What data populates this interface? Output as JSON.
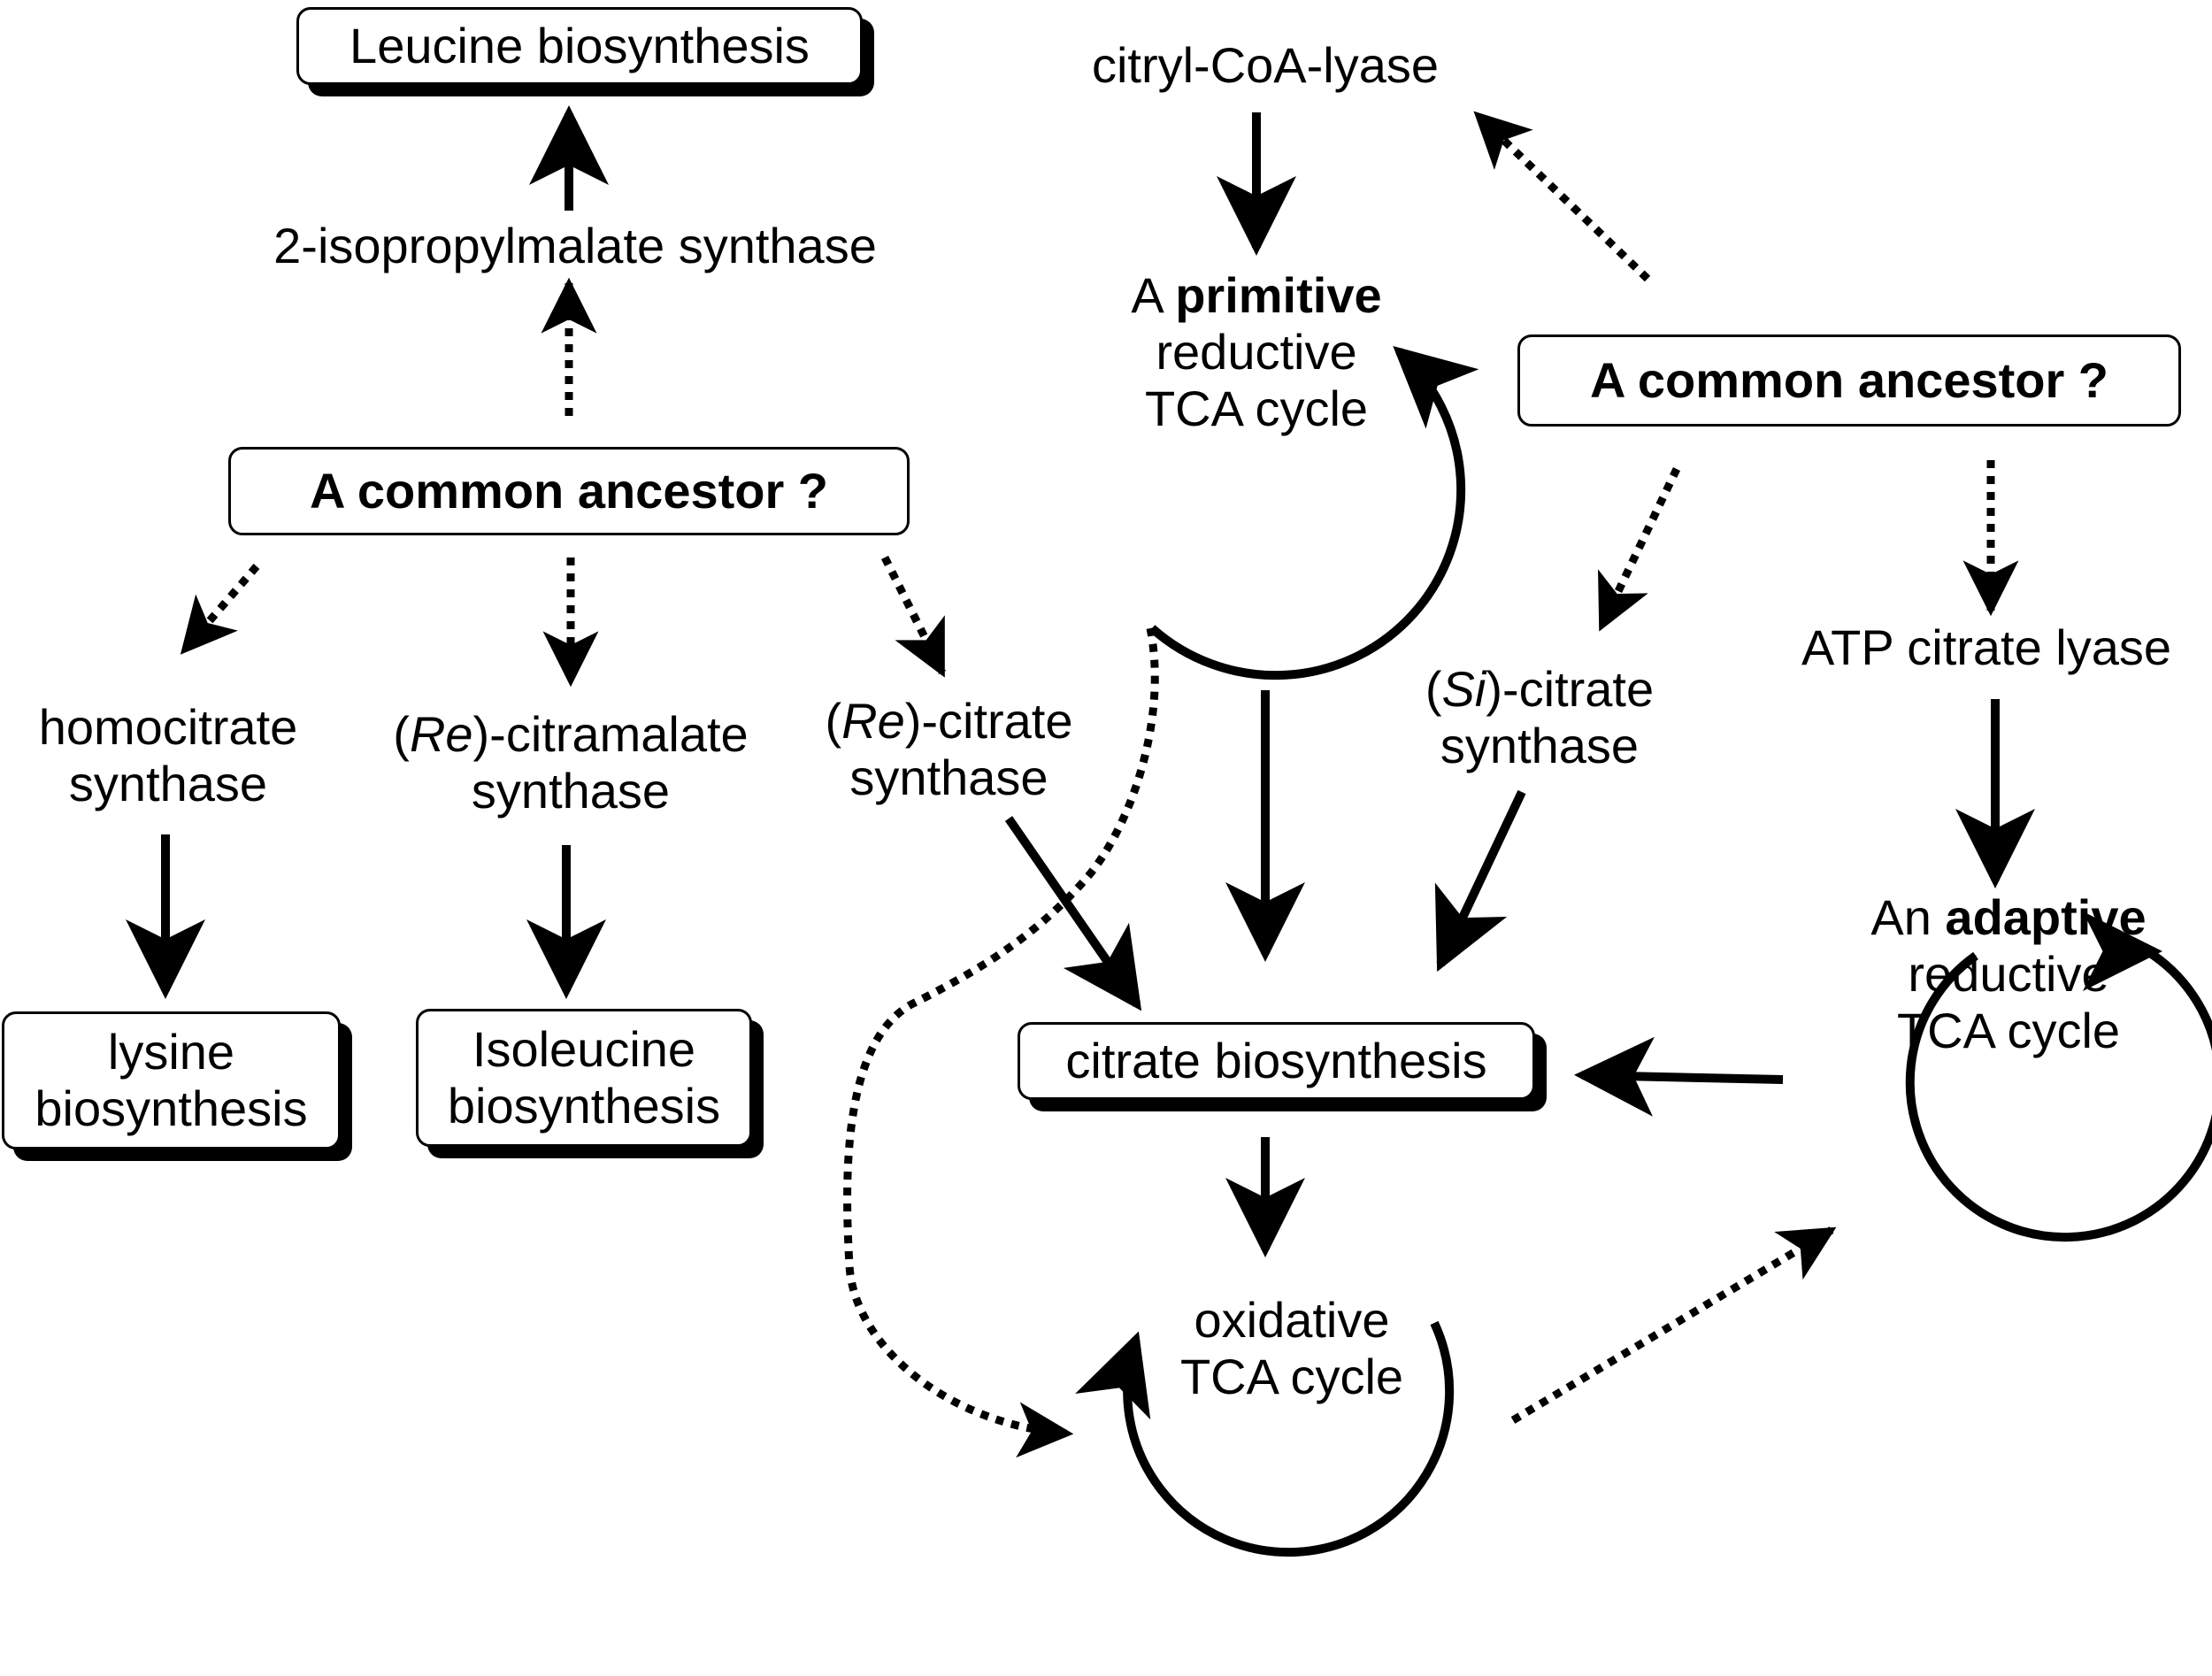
{
  "nodes": {
    "leucine": "Leucine biosynthesis",
    "ipm_synthase": "2-isopropylmalate synthase",
    "ancestor_left": "A common ancestor ?",
    "homocitrate": [
      "homocitrate",
      "synthase"
    ],
    "citramalate": {
      "pre": "(",
      "italic": "Re",
      "post": ")-citramalate",
      "line2": "synthase"
    },
    "re_citrate": {
      "pre": "(",
      "italic": "Re",
      "post": ")-citrate",
      "line2": "synthase"
    },
    "lysine": [
      "lysine",
      "biosynthesis"
    ],
    "isoleucine": [
      "Isoleucine",
      "biosynthesis"
    ],
    "citryl": "citryl-CoA-lyase",
    "primitive": {
      "pre": "A ",
      "bold": "primitive",
      "line2": "reductive",
      "line3": "TCA cycle"
    },
    "ancestor_right": "A common ancestor ?",
    "si_citrate": {
      "pre": "(",
      "italic": "Si",
      "post": ")-citrate",
      "line2": "synthase"
    },
    "atp_citrate": "ATP citrate lyase",
    "citrate_bio": "citrate biosynthesis",
    "adaptive": {
      "pre": "An ",
      "bold": "adaptive",
      "line2": "reductive",
      "line3": "TCA cycle"
    },
    "oxidative": [
      "oxidative",
      "TCA cycle"
    ]
  }
}
